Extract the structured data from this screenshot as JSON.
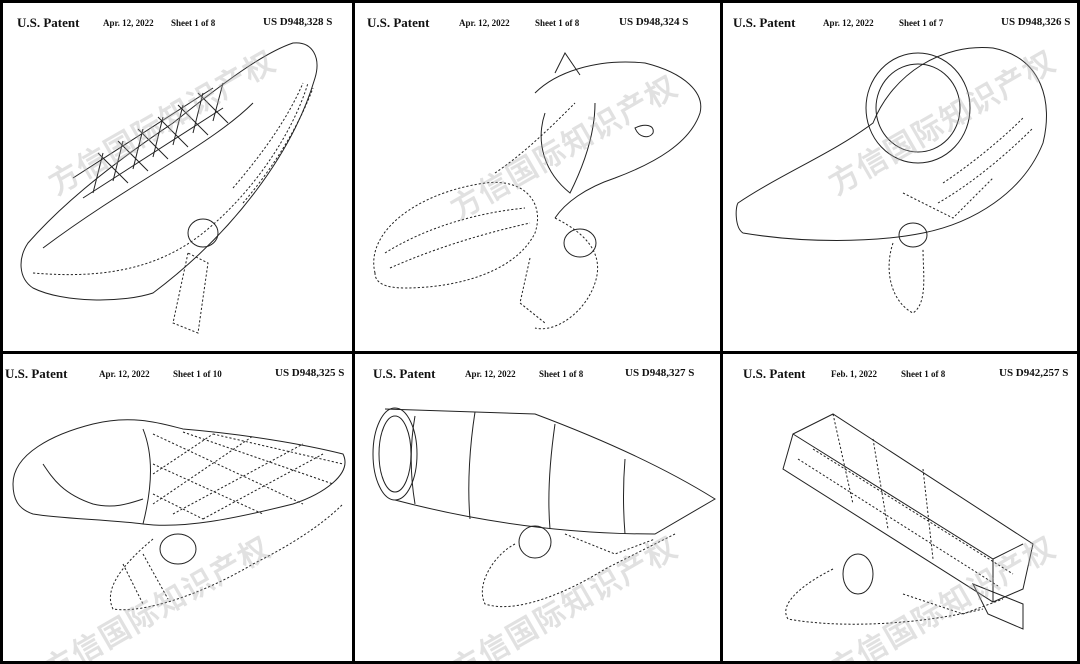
{
  "watermark": "方信国际知识产权",
  "panels": [
    {
      "label": "U.S. Patent",
      "date": "Apr. 12, 2022",
      "sheet": "Sheet 1 of 8",
      "number": "US D948,328 S",
      "icon": "sneaker-drawing"
    },
    {
      "label": "U.S. Patent",
      "date": "Apr. 12, 2022",
      "sheet": "Sheet 1 of 8",
      "number": "US D948,324 S",
      "icon": "unicorn-drawing"
    },
    {
      "label": "U.S. Patent",
      "date": "Apr. 12, 2022",
      "sheet": "Sheet 1 of 7",
      "number": "US D948,326 S",
      "icon": "clip-drawing"
    },
    {
      "label": "U.S. Patent",
      "date": "Apr. 12, 2022",
      "sheet": "Sheet 1 of 10",
      "number": "US D948,325 S",
      "icon": "ice-cream-drawing"
    },
    {
      "label": "U.S. Patent",
      "date": "Apr. 12, 2022",
      "sheet": "Sheet 1 of 8",
      "number": "US D948,327 S",
      "icon": "cylinder-drawing"
    },
    {
      "label": "U.S. Patent",
      "date": "Feb. 1, 2022",
      "sheet": "Sheet 1 of 8",
      "number": "US D942,257 S",
      "icon": "block-drawing"
    }
  ]
}
